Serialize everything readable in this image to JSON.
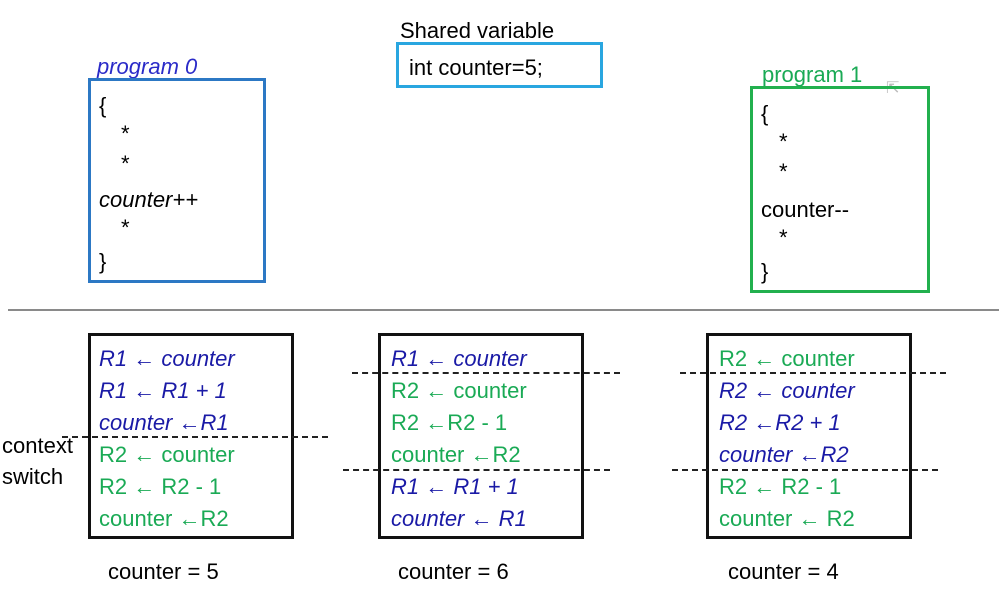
{
  "shared": {
    "title": "Shared variable",
    "declaration": "int counter=5;",
    "border_color": "#29a6e0"
  },
  "program0": {
    "label": "program 0",
    "label_color": "#2b2bc8",
    "border_color": "#2c78c4",
    "lines": [
      "{",
      "*",
      "*",
      "counter++",
      "*",
      "}"
    ]
  },
  "program1": {
    "label": "program 1",
    "label_color": "#1aaa55",
    "border_color": "#22b04e",
    "lines": [
      "{",
      "*",
      "*",
      "counter--",
      "*",
      "}"
    ]
  },
  "context_switch_label": [
    "context",
    "switch"
  ],
  "scenarios": [
    {
      "lines": [
        {
          "text": "R1 ← counter",
          "program": 0
        },
        {
          "text": "R1 ← R1 + 1",
          "program": 0
        },
        {
          "text": "counter ←R1",
          "program": 0
        },
        {
          "text": "R2 ← counter",
          "program": 1
        },
        {
          "text": "R2 ← R2 - 1",
          "program": 1
        },
        {
          "text": "counter ←R2",
          "program": 1
        }
      ],
      "result": "counter = 5"
    },
    {
      "lines": [
        {
          "text": "R1 ← counter",
          "program": 0
        },
        {
          "text": "R2 ← counter",
          "program": 1
        },
        {
          "text": "R2 ←R2 - 1",
          "program": 1
        },
        {
          "text": "counter ←R2",
          "program": 1
        },
        {
          "text": "R1 ← R1 + 1",
          "program": 0
        },
        {
          "text": "counter ← R1",
          "program": 0
        }
      ],
      "result": "counter = 6"
    },
    {
      "lines": [
        {
          "text": "R2 ← counter",
          "program": 1
        },
        {
          "text": "R2 ← counter",
          "program": 0
        },
        {
          "text": "R2 ←R2 + 1",
          "program": 0
        },
        {
          "text": "counter ←R2",
          "program": 0
        },
        {
          "text": "R2 ← R2 - 1",
          "program": 1
        },
        {
          "text": "counter ← R2",
          "program": 1
        }
      ],
      "result": "counter = 4"
    }
  ]
}
